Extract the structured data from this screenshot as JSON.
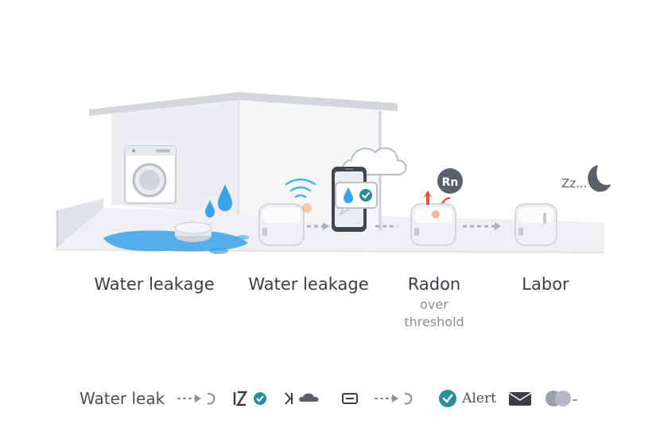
{
  "stages": [
    {
      "label": "Water leakage"
    },
    {
      "label": "Water leakage"
    },
    {
      "label": "Radon",
      "sublabel": [
        "over",
        "threshold"
      ]
    },
    {
      "label": "Labor"
    }
  ],
  "radon_badge": "Rn",
  "sleep_text": "Zz...",
  "bottom_bar": {
    "leak_label": "Water leak",
    "alert_label": "Alert"
  },
  "colors": {
    "water": "#3aa2e8",
    "check": "#2a8f9a",
    "alert_red": "#e8513f",
    "text": "#3a3f47",
    "subtext": "#8a9099"
  }
}
